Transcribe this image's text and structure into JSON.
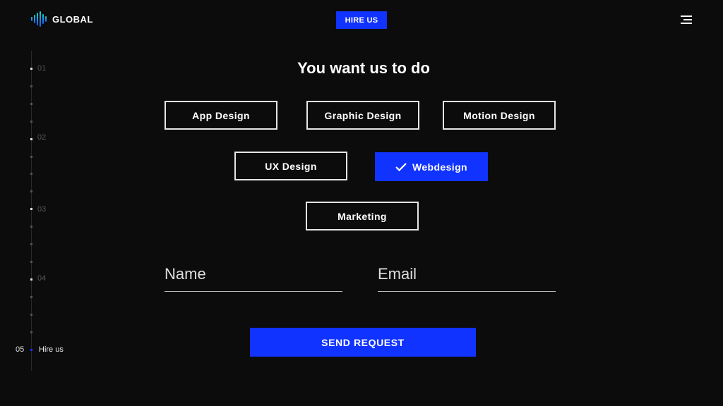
{
  "header": {
    "logo": "GLOBAL",
    "hire_label": "HIRE US"
  },
  "timeline": {
    "items": [
      "01",
      "02",
      "03",
      "04"
    ],
    "active_num": "05",
    "active_label": "Hire us"
  },
  "title": "You want us to do",
  "options": [
    "App Design",
    "Graphic Design",
    "Motion Design",
    "UX Design",
    "Webdesign",
    "Marketing"
  ],
  "selected_option": "Webdesign",
  "form": {
    "name_placeholder": "Name",
    "email_placeholder": "Email",
    "name_value": "",
    "email_value": "",
    "submit_label": "SEND REQUEST"
  },
  "colors": {
    "accent": "#1133ff",
    "background": "#0c0c0c"
  }
}
